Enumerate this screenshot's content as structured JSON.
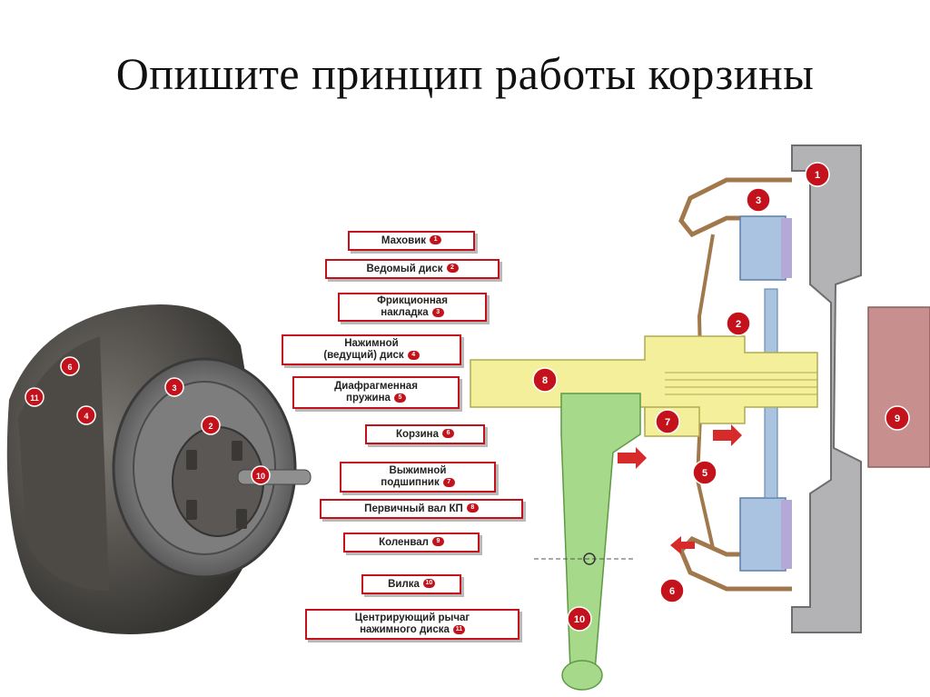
{
  "title": "Опишите принцип работы корзины",
  "labels": [
    {
      "text": "Маховик",
      "num": "1"
    },
    {
      "text": "Ведомый диск",
      "num": "2"
    },
    {
      "text": "Фрикционная\nнакладка",
      "num": "3"
    },
    {
      "text": "Нажимной\n(ведущий) диск",
      "num": "4"
    },
    {
      "text": "Диафрагменная\nпружина",
      "num": "5"
    },
    {
      "text": "Корзина",
      "num": "6"
    },
    {
      "text": "Выжимной\nподшипник",
      "num": "7"
    },
    {
      "text": "Первичный вал КП",
      "num": "8"
    },
    {
      "text": "Коленвал",
      "num": "9"
    },
    {
      "text": "Вилка",
      "num": "10"
    },
    {
      "text": "Центрирующий рычаг\nнажимного диска",
      "num": "11"
    }
  ],
  "photo_markers": [
    "6",
    "11",
    "4",
    "3",
    "2",
    "10"
  ],
  "diagram_markers": [
    "1",
    "3",
    "2",
    "8",
    "7",
    "5",
    "9",
    "6",
    "10"
  ],
  "colors": {
    "accent": "#c3121b",
    "flywheel": "#b3b3b5",
    "crankshaft": "#c88f8f",
    "shaft": "#f3ef9a",
    "fork": "#a6d98a",
    "pressure_plate": "#a9c3e0",
    "friction": "#b3a8d6",
    "cover": "#a0784b"
  }
}
